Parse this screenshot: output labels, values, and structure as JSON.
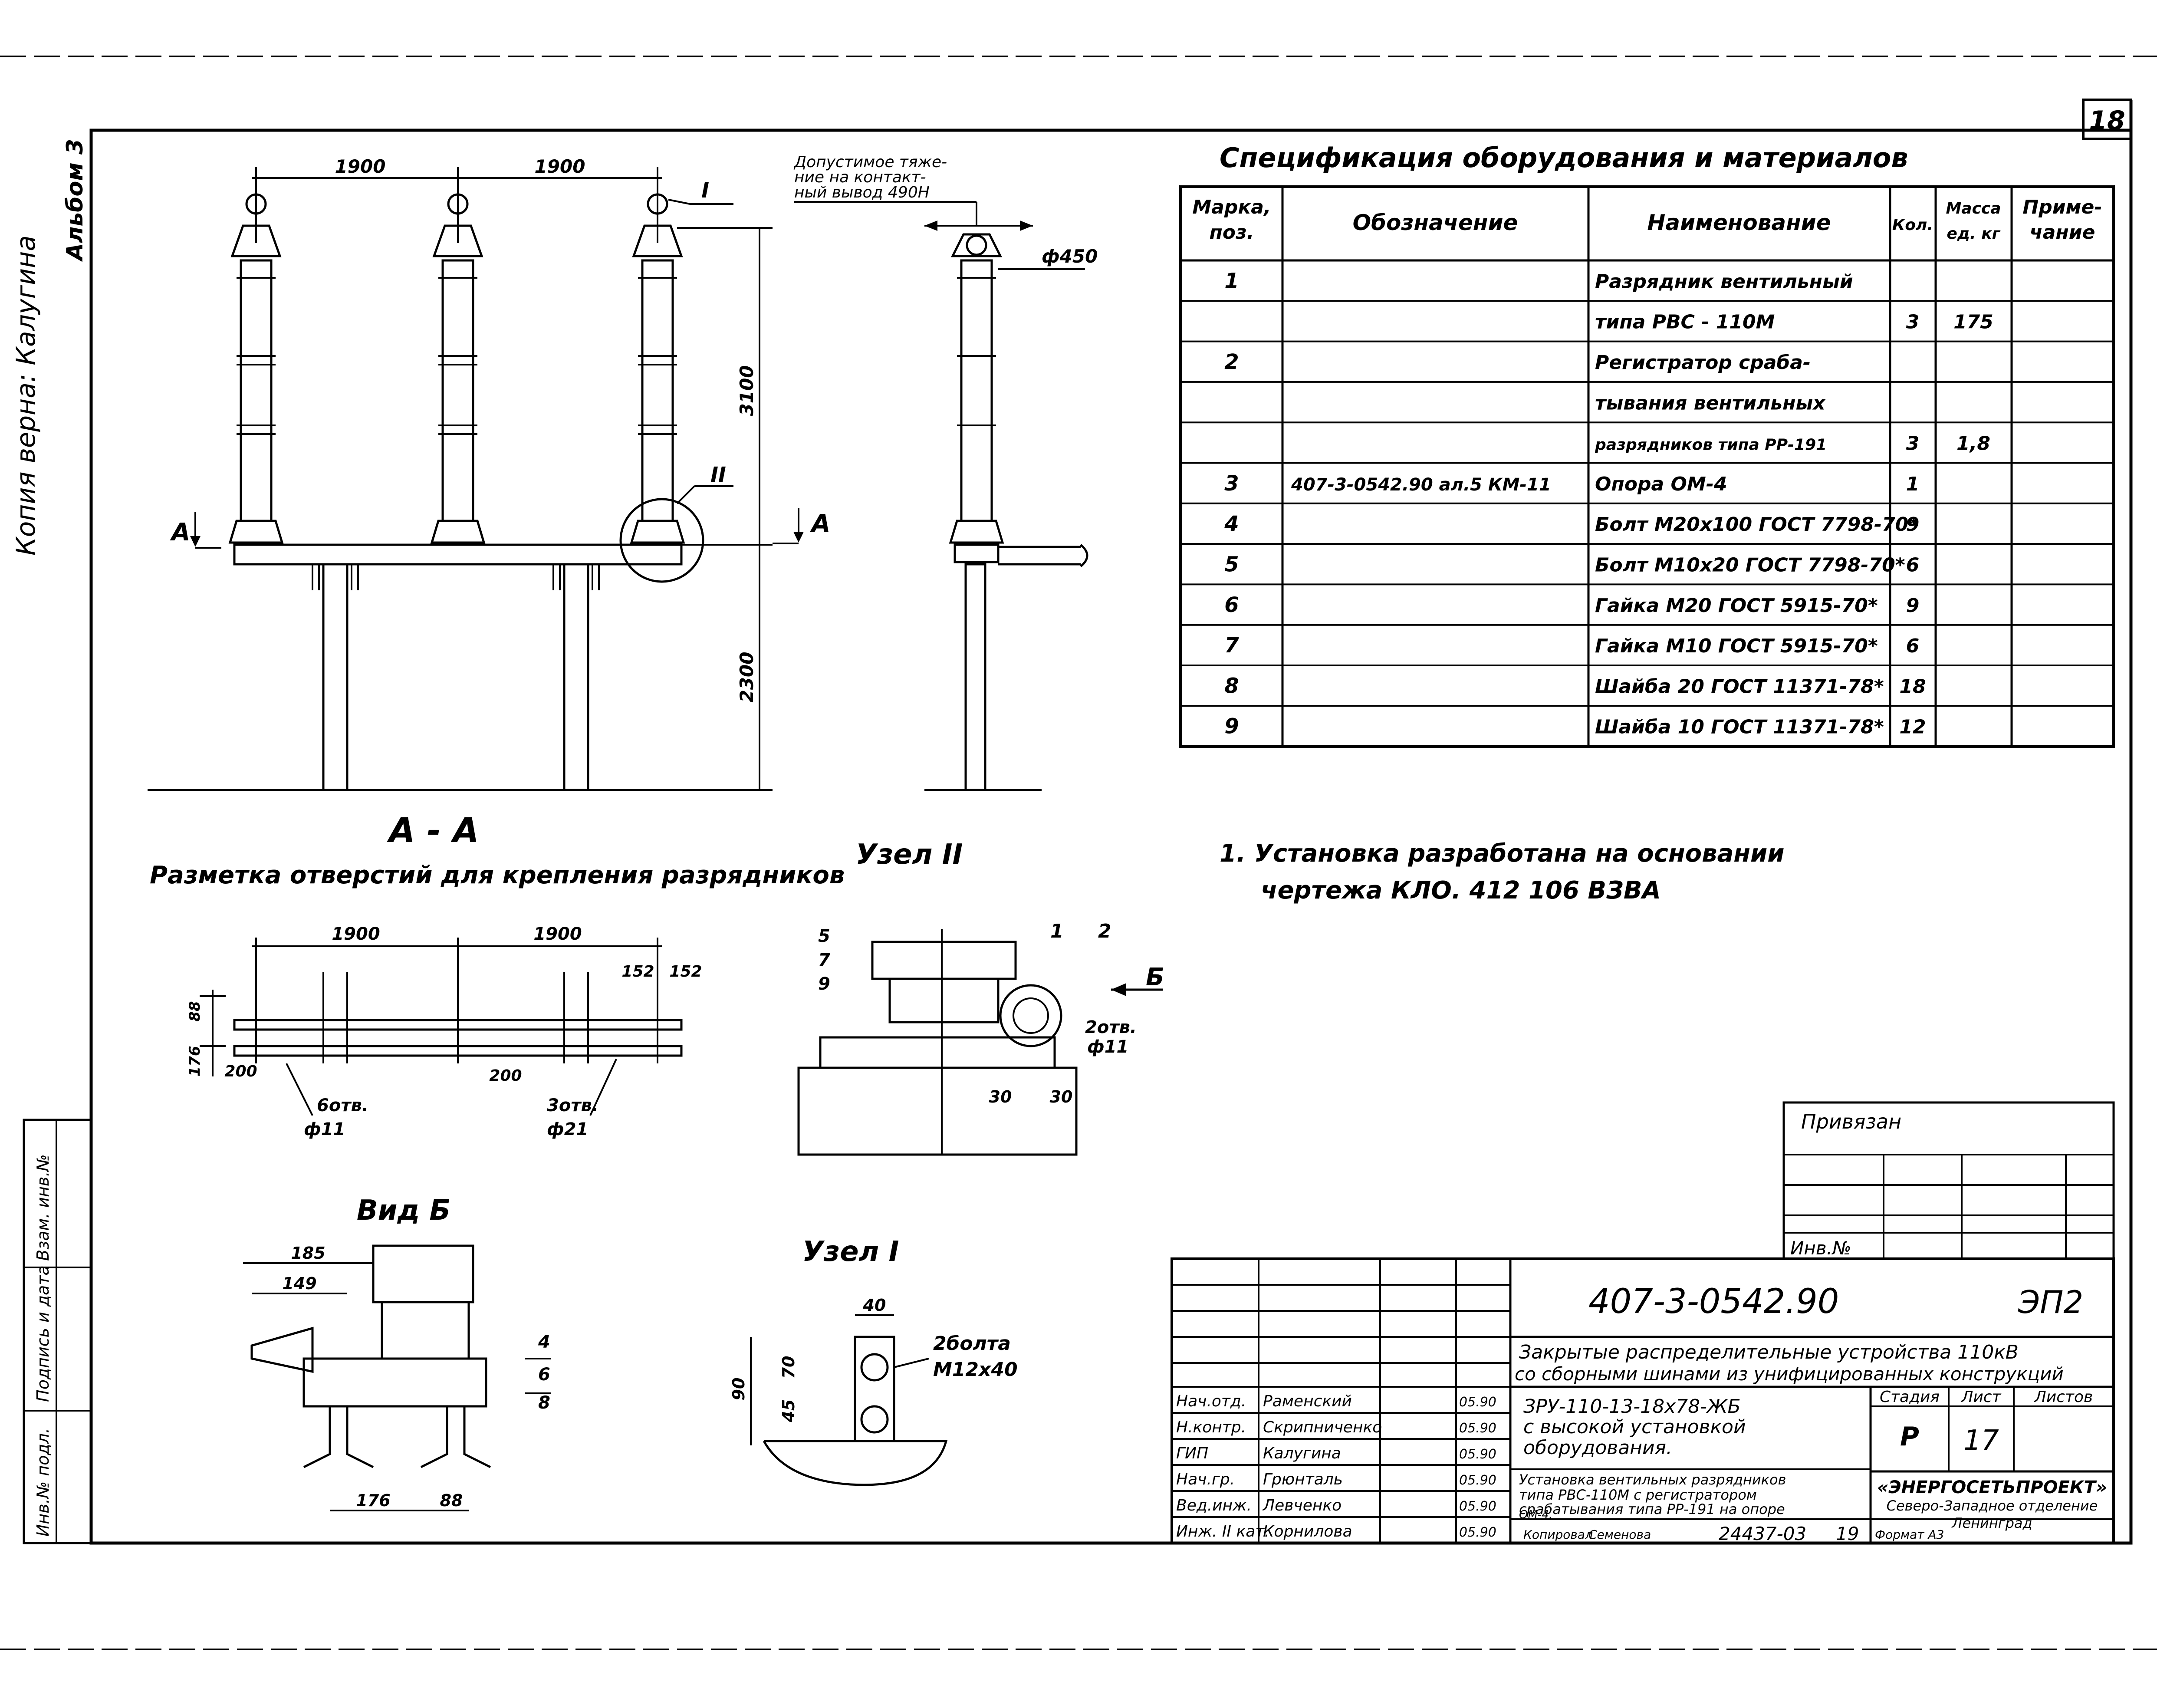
{
  "sheet_number": "18",
  "margin_note": "Копия верна: ",
  "margin_signature": "Калугина",
  "margin_album": "Альбом 3",
  "side_stamp_labels": [
    "Инв.№ подл.",
    "Подпись и дата",
    "Взам. инв.№"
  ],
  "drawing_main": {
    "dim_1900_a": "1900",
    "dim_1900_b": "1900",
    "dim_3100": "3100",
    "dim_2300": "2300",
    "callout_I": "I",
    "callout_II": "II",
    "section_left": "А",
    "section_right": "А",
    "load_note": [
      "Допустимое тяже-",
      "ние на контакт-",
      "ный вывод 490Н"
    ],
    "diameter_450": "ф450"
  },
  "spec": {
    "title": "Спецификация  оборудования  и  материалов",
    "headers": {
      "mark": [
        "Марка,",
        "поз."
      ],
      "designation": "Обозначение",
      "name": "Наименование",
      "qty": "Кол.",
      "mass": [
        "Масса",
        "ед. кг"
      ],
      "note": [
        "Приме-",
        "чание"
      ]
    },
    "rows": [
      {
        "mark": "1",
        "designation": "",
        "name": "Разрядник вентильный",
        "qty": "",
        "mass": ""
      },
      {
        "mark": "",
        "designation": "",
        "name": "типа  РВС - 110М",
        "qty": "3",
        "mass": "175"
      },
      {
        "mark": "2",
        "designation": "",
        "name": "Регистратор сраба-",
        "qty": "",
        "mass": ""
      },
      {
        "mark": "",
        "designation": "",
        "name": "тывания вентильных",
        "qty": "",
        "mass": ""
      },
      {
        "mark": "",
        "designation": "",
        "name": "разрядников типа РР-191",
        "qty": "3",
        "mass": "1,8"
      },
      {
        "mark": "3",
        "designation": "407-3-0542.90 ал.5 КМ-11",
        "name": "Опора ОМ-4",
        "qty": "1",
        "mass": ""
      },
      {
        "mark": "4",
        "designation": "",
        "name": "Болт М20х100 ГОСТ 7798-70*",
        "qty": "9",
        "mass": ""
      },
      {
        "mark": "5",
        "designation": "",
        "name": "Болт М10х20 ГОСТ 7798-70*",
        "qty": "6",
        "mass": ""
      },
      {
        "mark": "6",
        "designation": "",
        "name": "Гайка М20 ГОСТ 5915-70*",
        "qty": "9",
        "mass": ""
      },
      {
        "mark": "7",
        "designation": "",
        "name": "Гайка М10 ГОСТ 5915-70*",
        "qty": "6",
        "mass": ""
      },
      {
        "mark": "8",
        "designation": "",
        "name": "Шайба 20 ГОСТ 11371-78*",
        "qty": "18",
        "mass": ""
      },
      {
        "mark": "9",
        "designation": "",
        "name": "Шайба 10 ГОСТ 11371-78*",
        "qty": "12",
        "mass": ""
      }
    ]
  },
  "aa": {
    "title": "А - А",
    "subtitle": "Разметка  отверстий для крепления разрядников",
    "dim_1900_a": "1900",
    "dim_1900_b": "1900",
    "dim_152_a": "152",
    "dim_152_b": "152",
    "dim_88": "88",
    "dim_176": "176",
    "dim_200_a": "200",
    "dim_200_b": "200",
    "holes_left_a": "6отв.",
    "holes_left_b": "ф11",
    "holes_right_a": "3отв.",
    "holes_right_b": "ф21"
  },
  "node2": {
    "title": "Узел II",
    "pos_5": "5",
    "pos_7": "7",
    "pos_9": "9",
    "pos_1": "1",
    "pos_2": "2",
    "arrow_b": "Б",
    "holes_a": "2отв.",
    "holes_b": "ф11",
    "dim_30_a": "30",
    "dim_30_b": "30"
  },
  "vid_b": {
    "title": "Вид Б",
    "dim_185": "185",
    "dim_149": "149",
    "dim_176": "176",
    "dim_88": "88",
    "pos_4": "4",
    "pos_6": "6",
    "pos_8": "8"
  },
  "node1": {
    "title": "Узел I",
    "dim_40": "40",
    "dim_90": "90",
    "dim_45": "45",
    "dim_70": "70",
    "bolts_a": "2болта",
    "bolts_b": "М12х40"
  },
  "note": {
    "line1": "1.  Установка  разработана  на  основании",
    "line2": "чертежа   КЛО. 412 106   ВЗВА"
  },
  "privyazan": {
    "label": "Привязан",
    "inv_label": "Инв.№"
  },
  "title_block": {
    "code": "407-3-0542.90",
    "sheet_code": "ЭП2",
    "project": [
      "Закрытые распределительные устройства 110кВ",
      "со сборными шинами из унифицированных конструкций"
    ],
    "object": [
      "ЗРУ-110-13-18х78-ЖБ",
      "с высокой установкой",
      "оборудования."
    ],
    "drawing_title": [
      "Установка вентильных разрядников",
      "типа РВС-110М с регистратором",
      "срабатывания типа РР-191 на опоре",
      "ОМ-4."
    ],
    "stage_label": "Стадия",
    "sheet_label": "Лист",
    "sheets_label": "Листов",
    "stage": "Р",
    "sheet": "17",
    "org": [
      "«ЭНЕРГОСЕТЬПРОЕКТ»",
      "Северо-Западное отделение",
      "Ленинград"
    ],
    "people": [
      {
        "role": "Нач.отд.",
        "name": "Раменский",
        "date": "05.90"
      },
      {
        "role": "Н.контр.",
        "name": "Скрипниченко",
        "date": "05.90"
      },
      {
        "role": "ГИП",
        "name": "Калугина",
        "date": "05.90"
      },
      {
        "role": "Нач.гр.",
        "name": "Грюнталь",
        "date": "05.90"
      },
      {
        "role": "Вед.инж.",
        "name": "Левченко",
        "date": "05.90"
      },
      {
        "role": "Инж. II кат.",
        "name": "Корнилова",
        "date": "05.90"
      }
    ],
    "copied_label": "Копировал",
    "copied_name": "Семенова",
    "copy_number": "24437-03",
    "copy_sheet": "19",
    "format": "Формат А3"
  }
}
